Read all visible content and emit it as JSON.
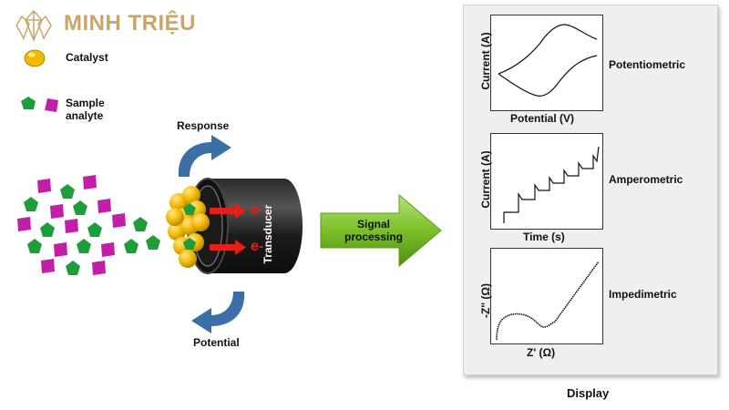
{
  "brand": {
    "name": "MINH TRIỆU",
    "logo": "crystal-logo"
  },
  "legend": {
    "catalyst_label": "Catalyst",
    "analyte_label": "Sample\nanalyte"
  },
  "process": {
    "response_label": "Response",
    "potential_label": "Potential",
    "electron_label": "e-",
    "transducer_label": "Transducer",
    "signal_label": "Signal\nprocessing"
  },
  "display": {
    "title": "Display",
    "graphs": [
      {
        "name": "Potentiometric",
        "xlabel": "Potential (V)",
        "ylabel": "Current (A)"
      },
      {
        "name": "Amperometric",
        "xlabel": "Time (s)",
        "ylabel": "Current (A)"
      },
      {
        "name": "Impedimetric",
        "xlabel": "Z' (Ω)",
        "ylabel": "-Z'' (Ω)"
      }
    ]
  },
  "colors": {
    "catalyst": "#f2b800",
    "analyte_green": "#1e9e3a",
    "analyte_magenta": "#c21fa8",
    "arrow_blue": "#3b6fa6",
    "arrow_red": "#e3201a",
    "signal_arrow": "#7cbf2a",
    "brand": "#c9a56a"
  }
}
